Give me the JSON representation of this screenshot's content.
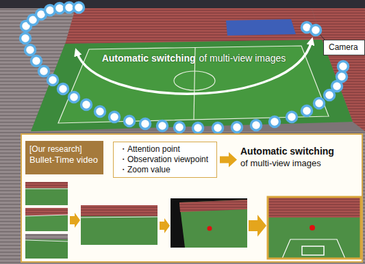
{
  "diagram": {
    "nodes": [
      {
        "text": [
          "Camera"
        ]
      },
      {
        "text": [
          "Automatic switching",
          "of multi-view images"
        ]
      },
      {
        "text": [
          "[Our research]",
          "Bullet-Time video"
        ],
        "in": 1
      },
      {
        "text": [
          "・Attention point",
          "・Observation viewpoint",
          "・Zoom value"
        ],
        "in": 1
      }
    ],
    "labels": [
      "Automatic switching",
      "of multi-view images"
    ]
  }
}
